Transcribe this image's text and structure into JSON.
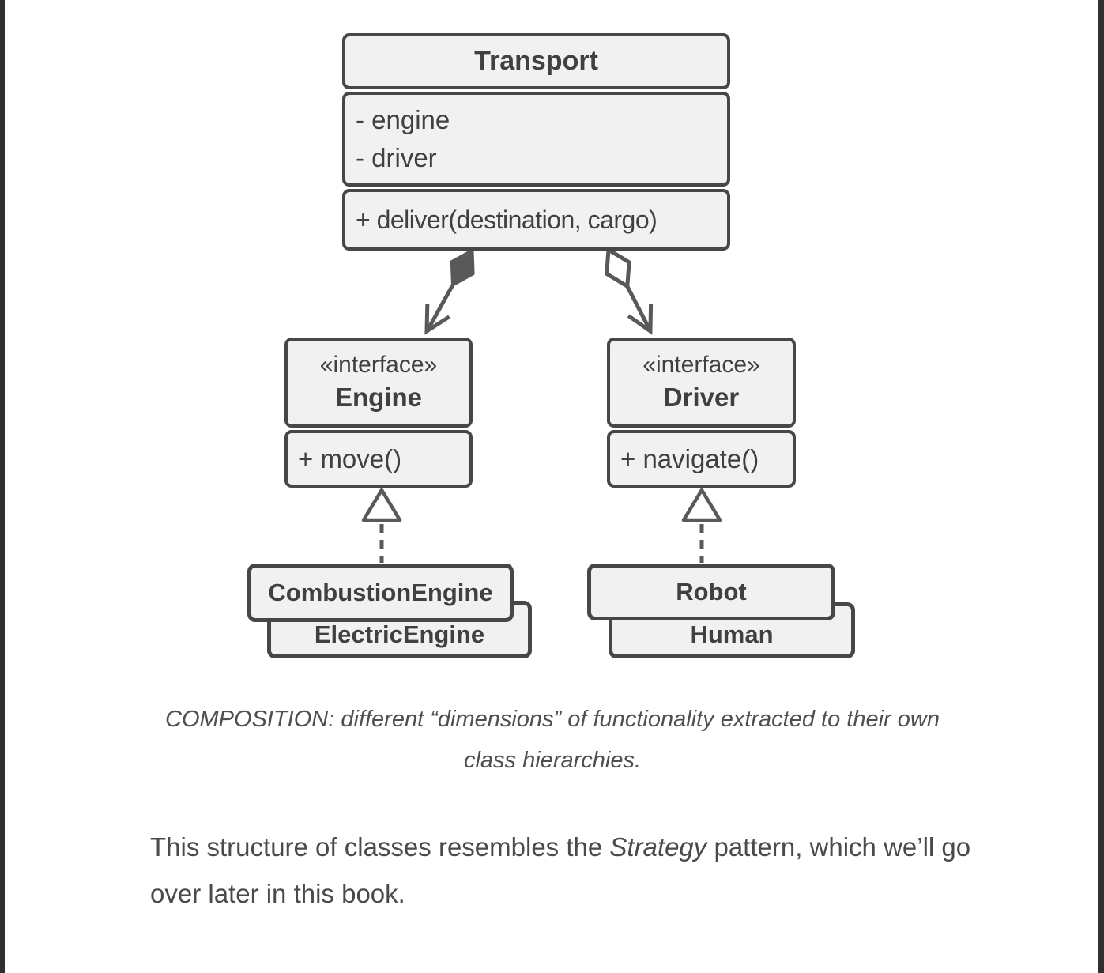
{
  "page": {
    "background": "#ffffff",
    "edge_bar_color": "#2f2f2f"
  },
  "diagram": {
    "colors": {
      "box_fill": "#f1f1f1",
      "box_border": "#474747",
      "connector": "#595959",
      "text": "#404040"
    },
    "transport": {
      "title": "Transport",
      "fields": [
        "- engine",
        "- driver"
      ],
      "method": "+ deliver(destination, cargo)"
    },
    "engine_interface": {
      "stereotype": "«interface»",
      "title": "Engine",
      "method": "+ move()"
    },
    "driver_interface": {
      "stereotype": "«interface»",
      "title": "Driver",
      "method": "+ navigate()"
    },
    "engine_implementations": {
      "front": "CombustionEngine",
      "back": "ElectricEngine"
    },
    "driver_implementations": {
      "front": "Robot",
      "back": "Human"
    }
  },
  "caption": {
    "text": "COMPOSITION: different “dimensions” of functionality extracted to their own class hierarchies."
  },
  "paragraph": {
    "before": "This structure of classes resembles the ",
    "italic": "Strategy",
    "after": " pattern, which we’ll go over later in this book."
  }
}
